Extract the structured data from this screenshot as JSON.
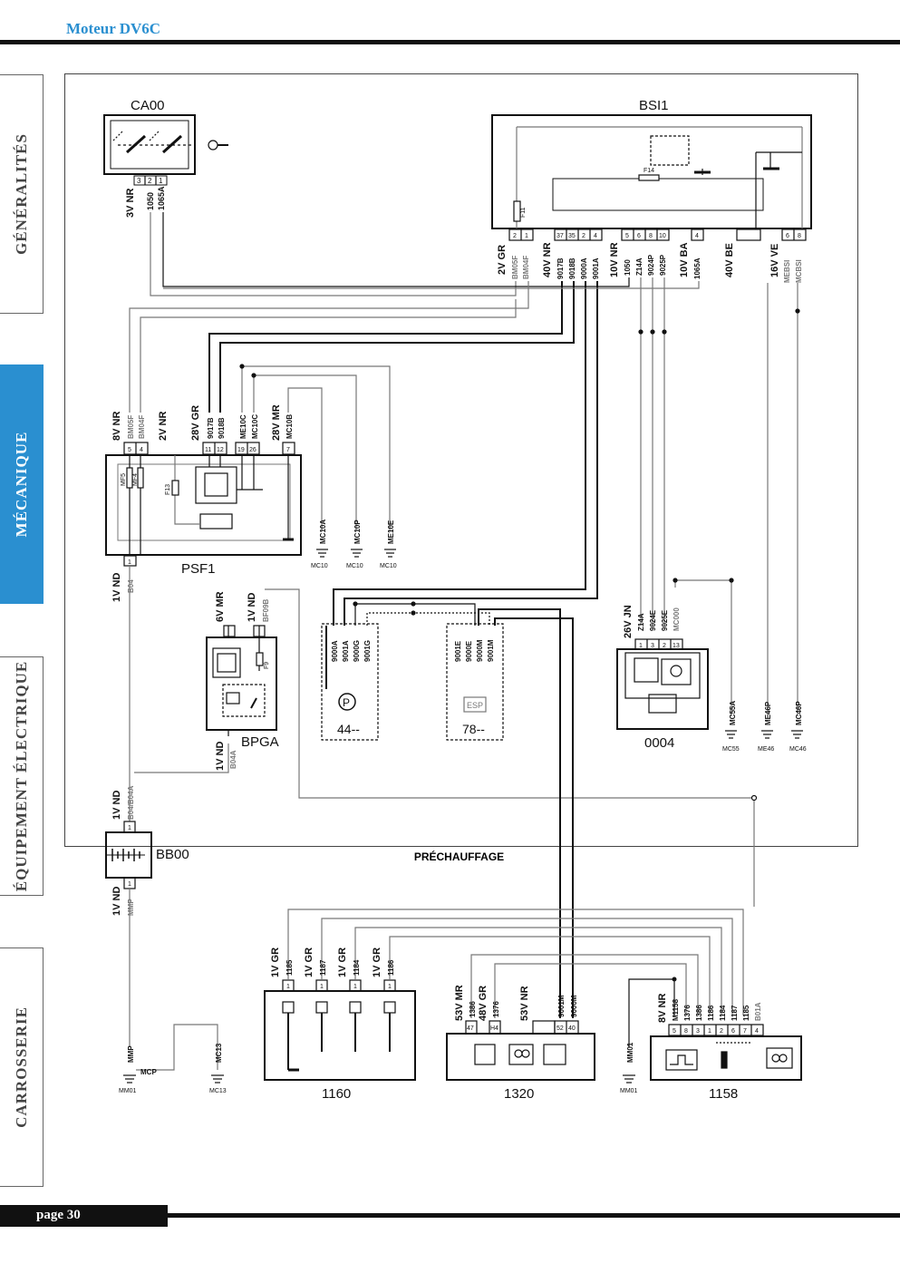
{
  "header": {
    "title": "Moteur DV6C"
  },
  "sidebar": {
    "tabs": [
      {
        "label": "GÉNÉRALITÉS",
        "active": false
      },
      {
        "label": "MÉCANIQUE",
        "active": true
      },
      {
        "label": "ÉQUIPEMENT ÉLECTRIQUE",
        "active": false
      },
      {
        "label": "CARROSSERIE",
        "active": false
      }
    ]
  },
  "diagram": {
    "caption": "PRÉCHAUFFAGE",
    "components": {
      "ca00": "CA00",
      "bsi1": "BSI1",
      "psf1": "PSF1",
      "bpga": "BPGA",
      "bb00": "BB00",
      "c0004": "0004",
      "c44": "44--",
      "c78": "78--",
      "c1160": "1160",
      "c1320": "1320",
      "c1158": "1158",
      "esp": "ESP",
      "park": "P"
    },
    "connectors": {
      "ca00": "3V NR",
      "bsi_a": "2V GR",
      "bsi_b": "40V NR",
      "bsi_c": "10V NR",
      "bsi_d": "10V BA",
      "bsi_e": "40V BE",
      "bsi_f": "16V VE",
      "psf_a": "8V NR",
      "psf_b": "2V NR",
      "psf_c": "28V GR",
      "psf_d": "28V MR",
      "psf_e": "1V ND",
      "bpga_a": "6V MR",
      "bpga_b": "1V ND",
      "bpga_c": "1V ND",
      "bb_top": "1V ND",
      "bb_bot": "1V ND",
      "c0004": "26V JN",
      "c1160_a": "1V GR",
      "c1160_b": "1V GR",
      "c1160_c": "1V GR",
      "c1160_d": "1V GR",
      "c1320_a": "53V MR",
      "c1320_b": "48V GR",
      "c1320_c": "53V NR",
      "c1158": "8V NR"
    },
    "wires": {
      "ca00": [
        "1050",
        "1065A"
      ],
      "bsi_a": [
        "BM05F",
        "BM04F"
      ],
      "bsi_b": [
        "9017B",
        "9018B",
        "9000A",
        "9001A"
      ],
      "bsi_c": [
        "1050",
        "Z14A",
        "9024P",
        "9025P"
      ],
      "bsi_d": [
        "1065A"
      ],
      "bsi_f": [
        "MEBSI",
        "MCBSI"
      ],
      "psf_a": [
        "BM05F",
        "BM04F"
      ],
      "psf_c": [
        "9017B",
        "9018B",
        "ME10C",
        "MC10C"
      ],
      "psf_d": [
        "MC10B"
      ],
      "psf_e": [
        "B04"
      ],
      "bpga_b": [
        "BF09B"
      ],
      "bpga_c": [
        "B04A"
      ],
      "bb_top": [
        "B04/B04A"
      ],
      "bb_bot": [
        "MMP"
      ],
      "c44": [
        "9000A",
        "9001A",
        "9000G",
        "9001G"
      ],
      "c78": [
        "9001E",
        "9000E",
        "9000M",
        "9001M"
      ],
      "c0004": [
        "Z14A",
        "9024E",
        "9025E",
        "MC000"
      ],
      "c1160": [
        "1185",
        "1187",
        "1184",
        "1186"
      ],
      "c1320_a": [
        "1386"
      ],
      "c1320_b": [
        "1376"
      ],
      "c1320_c": [
        "9001M",
        "9000M"
      ],
      "c1158": [
        "M1158",
        "1376",
        "1386",
        "1186",
        "1184",
        "1187",
        "1185",
        "B01A"
      ],
      "mm01b": [
        "MM01"
      ]
    },
    "pins": {
      "ca00": [
        "3",
        "2",
        "1"
      ],
      "bsi_a": [
        "2",
        "1"
      ],
      "bsi_b": [
        "37",
        "35",
        "2",
        "4"
      ],
      "bsi_c": [
        "5",
        "6",
        "8",
        "10"
      ],
      "bsi_d": [
        "4"
      ],
      "bsi_f": [
        "6",
        "8"
      ],
      "psf_a": [
        "5",
        "4"
      ],
      "psf_c": [
        "11",
        "12",
        "19",
        "26"
      ],
      "psf_d": [
        "7"
      ],
      "psf_e": [
        "1"
      ],
      "bb": [
        "1",
        "1"
      ],
      "c0004": [
        "1",
        "3",
        "2",
        "13"
      ],
      "c1160": [
        "1",
        "1",
        "1",
        "1"
      ],
      "c1320": [
        "47",
        "H4",
        "52",
        "40"
      ],
      "c1158": [
        "5",
        "8",
        "3",
        "1",
        "2",
        "6",
        "7",
        "4"
      ]
    },
    "fuses": [
      "F11",
      "F14",
      "F13",
      "F9"
    ],
    "internal": [
      "MF5",
      "MF4"
    ],
    "grounds": {
      "mc10a": "MC10A",
      "mc10p": "MC10P",
      "mc10e": "ME10E",
      "mc10": "MC10",
      "mc55a": "MC55A",
      "mc55": "MC55",
      "me46p": "ME46P",
      "me46": "ME46",
      "mc46p": "MC46P",
      "mc46": "MC46",
      "mmp": "MMP",
      "mm01": "MM01",
      "mcp": "MCP",
      "mc13": "MC13",
      "mm01b": "MM01"
    }
  },
  "footer": {
    "page": "page 30"
  },
  "colors": {
    "accent": "#2a8fd0",
    "ink": "#111111",
    "wire_grey": "#8c8c8c"
  }
}
